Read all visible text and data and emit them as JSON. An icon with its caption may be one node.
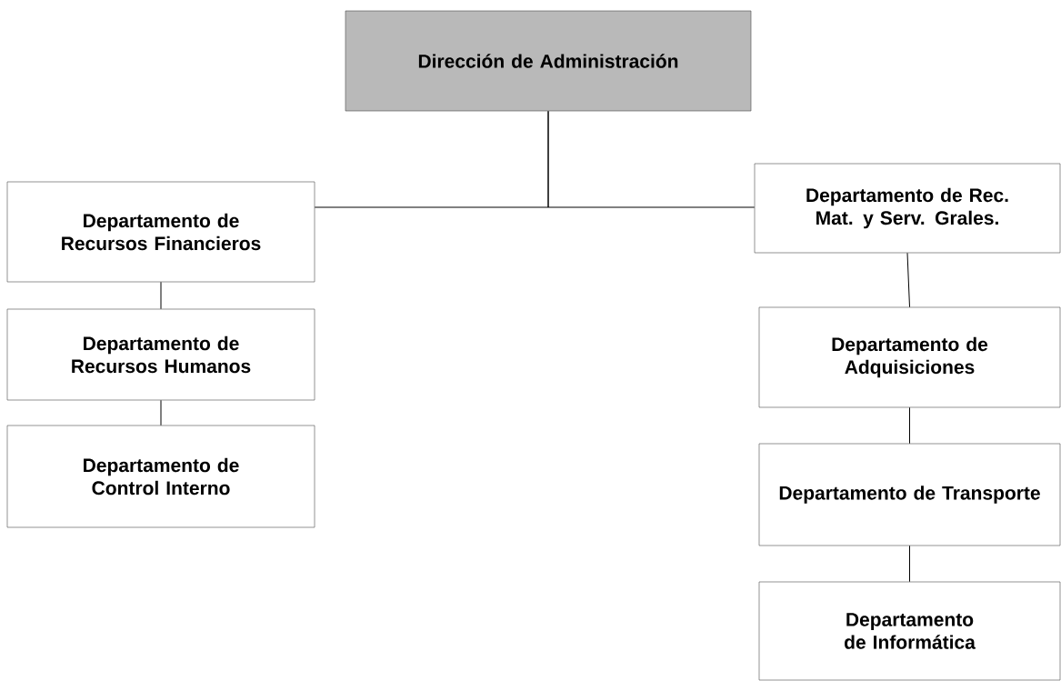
{
  "diagram": {
    "nodes": [
      {
        "text": [
          "Dirección de Administración"
        ]
      },
      {
        "text": [
          "Departamento de Recursos Financieros"
        ]
      },
      {
        "text": [
          "Departamento de Recursos Humanos"
        ]
      },
      {
        "text": [
          "Departamento de Control Interno"
        ]
      },
      {
        "text": [
          "Departamento de Rec. Mat. y Serv. Grales."
        ]
      },
      {
        "text": [
          "Departamento de Adquisiciones"
        ]
      },
      {
        "text": [
          "Departamento de Transporte"
        ]
      },
      {
        "text": [
          "Departamento de Informática"
        ]
      }
    ],
    "edges": [
      {
        "from": 0,
        "to": 1,
        "arrow": "none"
      },
      {
        "from": 0,
        "to": 4,
        "arrow": "none"
      },
      {
        "from": 1,
        "to": 2,
        "arrow": "none"
      },
      {
        "from": 2,
        "to": 3,
        "arrow": "none"
      },
      {
        "from": 4,
        "to": 5,
        "arrow": "none"
      },
      {
        "from": 5,
        "to": 6,
        "arrow": "none"
      },
      {
        "from": 6,
        "to": 7,
        "arrow": "none"
      }
    ]
  }
}
